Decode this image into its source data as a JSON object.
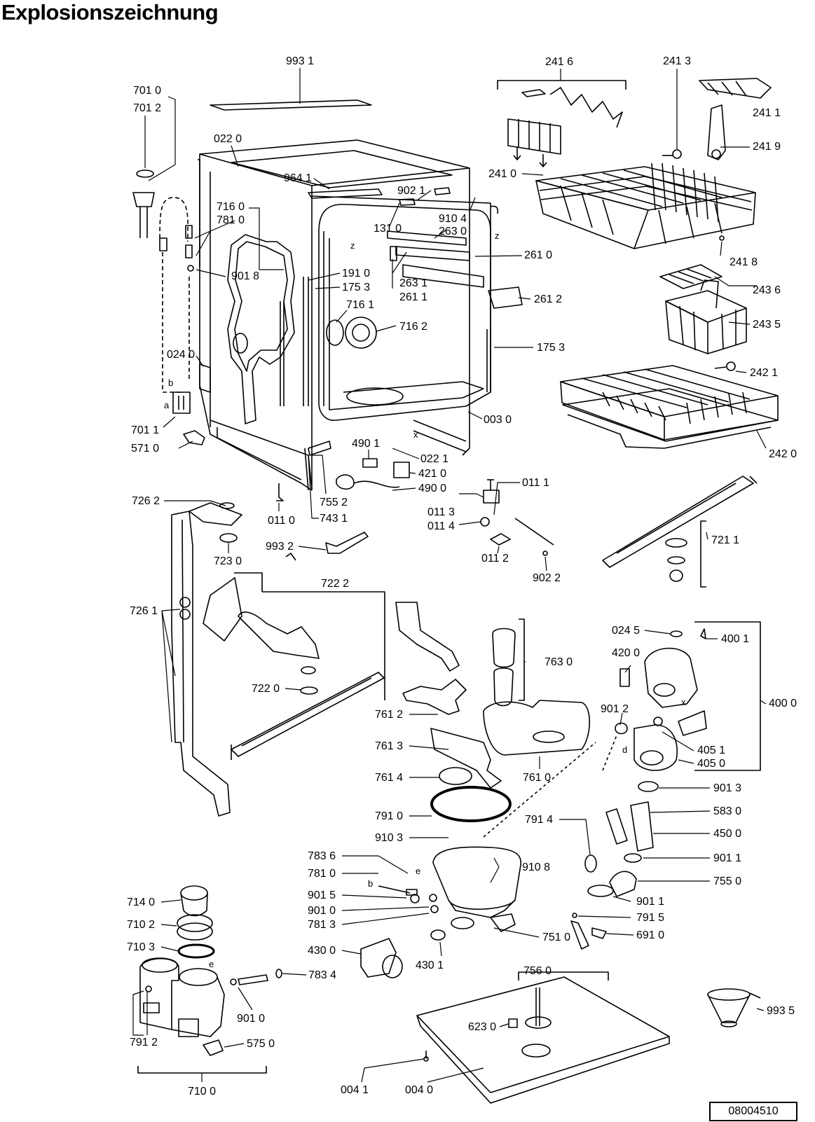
{
  "title": "Explosionszeichnung",
  "document_number": "08004510",
  "axis_letters": [
    "z",
    "x",
    "z",
    "b",
    "a",
    "x",
    "d",
    "e",
    "b",
    "e"
  ],
  "part_labels": [
    "993 1",
    "241 6",
    "241 3",
    "241 1",
    "701 0",
    "701 2",
    "022 0",
    "241 9",
    "241 0",
    "964 1",
    "902 1",
    "716 0",
    "781 0",
    "910 4",
    "263 0",
    "131 0",
    "261 0",
    "901 8",
    "191 0",
    "175 3",
    "241 8",
    "263 1",
    "261 1",
    "261 2",
    "243 6",
    "716 1",
    "716 2",
    "243 5",
    "175 3",
    "024 0",
    "242 1",
    "003 0",
    "701 1",
    "571 0",
    "490 1",
    "022 1",
    "242 0",
    "421 0",
    "490 0",
    "011 1",
    "726 2",
    "755 2",
    "011 3",
    "011 0",
    "743 1",
    "011 4",
    "721 1",
    "993 2",
    "723 0",
    "011 2",
    "902 2",
    "722 2",
    "726 1",
    "024 5",
    "400 1",
    "763 0",
    "420 0",
    "722 0",
    "400 0",
    "901 2",
    "761 2",
    "405 1",
    "761 3",
    "405 0",
    "761 4",
    "761 0",
    "901 3",
    "791 0",
    "791 4",
    "583 0",
    "450 0",
    "910 3",
    "783 6",
    "910 8",
    "901 1",
    "781 0",
    "755 0",
    "714 0",
    "901 5",
    "901 1",
    "901 0",
    "791 5",
    "710 2",
    "781 3",
    "751 0",
    "691 0",
    "710 3",
    "430 0",
    "430 1",
    "783 4",
    "756 0",
    "901 0",
    "993 5",
    "791 2",
    "623 0",
    "575 0",
    "710 0",
    "004 1",
    "004 0"
  ]
}
